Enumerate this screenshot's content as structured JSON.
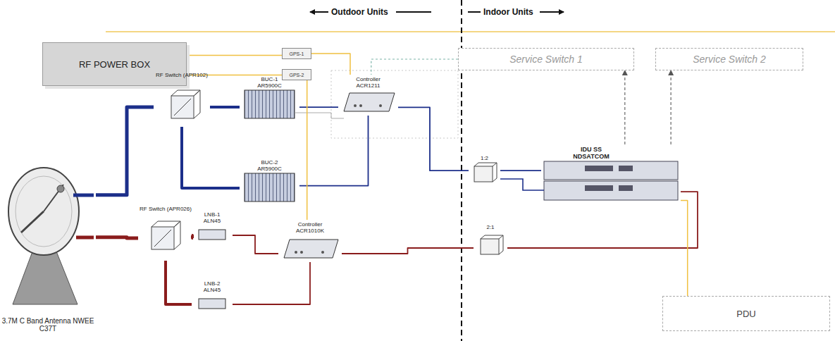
{
  "diagram": {
    "nodes": [
      {
        "text": [
          "RF POWER BOX"
        ]
      },
      {
        "text": [
          "GPS-1"
        ]
      },
      {
        "text": [
          "GPS-2"
        ]
      },
      {
        "text": [
          "Service Switch 1"
        ]
      },
      {
        "text": [
          "Service Switch 2"
        ]
      },
      {
        "text": [
          "RF Switch (APR102)"
        ]
      },
      {
        "text": [
          "BUC-1",
          "AR5900C"
        ]
      },
      {
        "text": [
          "Controller",
          "ACR1211"
        ]
      },
      {
        "text": [
          "BUC-2",
          "AR5900C"
        ]
      },
      {
        "text": [
          "1:2"
        ]
      },
      {
        "text": [
          "IDU SS NDSATCOM"
        ]
      },
      {
        "text": [
          "RF Switch (APR026)"
        ]
      },
      {
        "text": [
          "LNB-1",
          "ALN45"
        ]
      },
      {
        "text": [
          "Controller",
          "ACR1010K"
        ]
      },
      {
        "text": [
          "2:1"
        ]
      },
      {
        "text": [
          "LNB-2",
          "ALN45"
        ]
      },
      {
        "text": [
          "3.7M C Band Antenna NWEE C37T"
        ]
      },
      {
        "text": [
          "PDU"
        ]
      }
    ],
    "edges": [
      {
        "from": 16,
        "to": 5,
        "arrow": "none"
      },
      {
        "from": 16,
        "to": 11,
        "arrow": "none"
      },
      {
        "from": 5,
        "to": 6,
        "arrow": "none"
      },
      {
        "from": 5,
        "to": 8,
        "arrow": "none"
      },
      {
        "from": 6,
        "to": 7,
        "arrow": "none"
      },
      {
        "from": 8,
        "to": 7,
        "arrow": "none"
      },
      {
        "from": 7,
        "to": 9,
        "arrow": "none"
      },
      {
        "from": 9,
        "to": 10,
        "arrow": "none"
      },
      {
        "from": 11,
        "to": 12,
        "arrow": "none"
      },
      {
        "from": 11,
        "to": 15,
        "arrow": "none"
      },
      {
        "from": 12,
        "to": 13,
        "arrow": "none"
      },
      {
        "from": 15,
        "to": 13,
        "arrow": "none"
      },
      {
        "from": 13,
        "to": 14,
        "arrow": "none"
      },
      {
        "from": 14,
        "to": 10,
        "arrow": "none"
      },
      {
        "from": 10,
        "to": 3,
        "arrow": "to"
      },
      {
        "from": 10,
        "to": 4,
        "arrow": "to"
      },
      {
        "from": 10,
        "to": 17,
        "arrow": "none"
      },
      {
        "from": 0,
        "to": 1,
        "arrow": "none"
      },
      {
        "from": 0,
        "to": 2,
        "arrow": "none"
      },
      {
        "from": 1,
        "to": 7,
        "arrow": "none"
      },
      {
        "from": 2,
        "to": 13,
        "arrow": "none"
      },
      {
        "from": 3,
        "to": 7,
        "arrow": "none"
      }
    ],
    "labels": [
      "Outdoor Units",
      "Indoor Units"
    ]
  }
}
